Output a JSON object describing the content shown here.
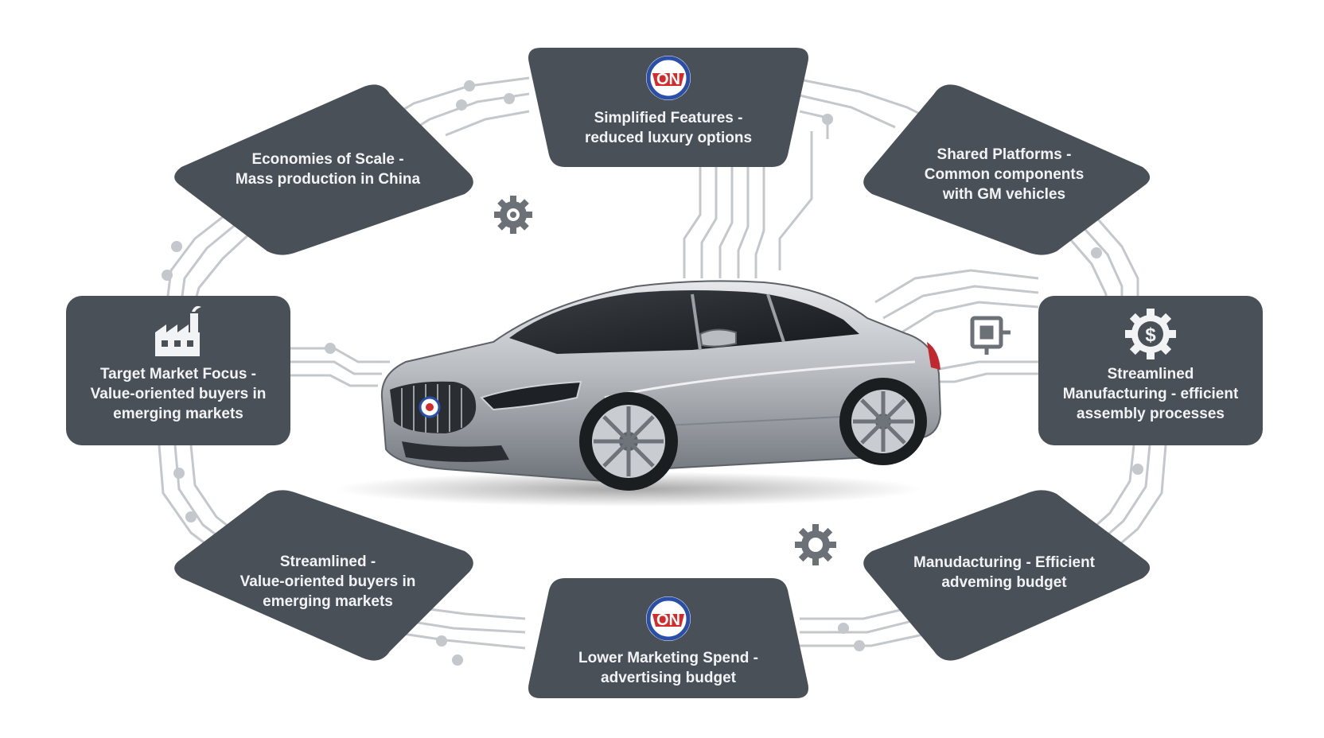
{
  "nodes": {
    "simplified_features": {
      "line1": "Simplified Features -",
      "line2": "reduced luxury options"
    },
    "economies_of_scale": {
      "line1": "Economies of Scale -",
      "line2": "Mass production in China"
    },
    "shared_platforms": {
      "line1": "Shared Platforms -",
      "line2": "Common components",
      "line3": "with GM vehicles"
    },
    "target_market_focus": {
      "line1": "Target Market Focus -",
      "line2": "Value-oriented buyers in",
      "line3": "emerging markets"
    },
    "streamlined_manufacturing": {
      "line1": "Streamlined",
      "line2": "Manufacturing - efficient",
      "line3": "assembly processes"
    },
    "streamlined_value": {
      "line1": "Streamlined -",
      "line2": "Value-oriented buyers in",
      "line3": "emerging markets"
    },
    "manufacturing_efficient": {
      "line1": "Manudacturing - Efficient",
      "line2": "adveming budget"
    },
    "lower_marketing_spend": {
      "line1": "Lower Marketing Spend -",
      "line2": "advertising budget"
    }
  },
  "icons": {
    "top_badge": "brand-logo-icon",
    "bottom_badge": "brand-logo-icon",
    "factory": "factory-icon",
    "dollar_gear": "dollar-gear-icon",
    "gear_small_top": "gear-icon",
    "gear_small_bottom": "gear-icon",
    "chip": "circuit-chip-icon",
    "car": "car-icon"
  },
  "colors": {
    "node_fill": "#4a5058",
    "node_text": "#f2f3f5",
    "circuit": "#c4c7cb",
    "icon_gray": "#6c7178",
    "badge_red": "#d42a2a",
    "badge_blue": "#2a4fa8"
  }
}
